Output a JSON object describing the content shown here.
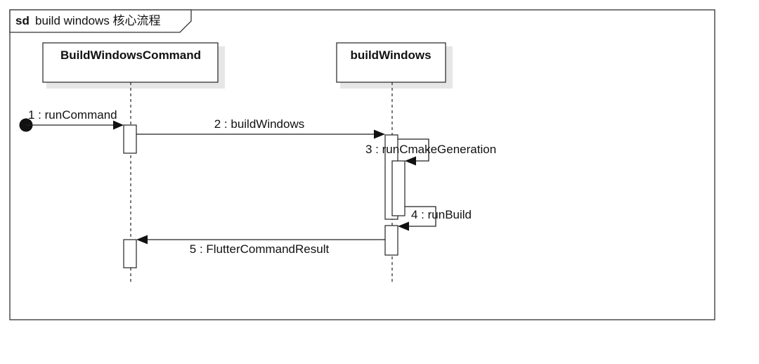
{
  "frame": {
    "keyword": "sd",
    "title": "build windows 核心流程"
  },
  "lifelines": [
    {
      "name": "BuildWindowsCommand"
    },
    {
      "name": "buildWindows"
    }
  ],
  "messages": [
    {
      "label": "1 : runCommand"
    },
    {
      "label": "2 : buildWindows"
    },
    {
      "label": "3 : runCmakeGeneration"
    },
    {
      "label": "4 : runBuild"
    },
    {
      "label": "5 : FlutterCommandResult"
    }
  ]
}
